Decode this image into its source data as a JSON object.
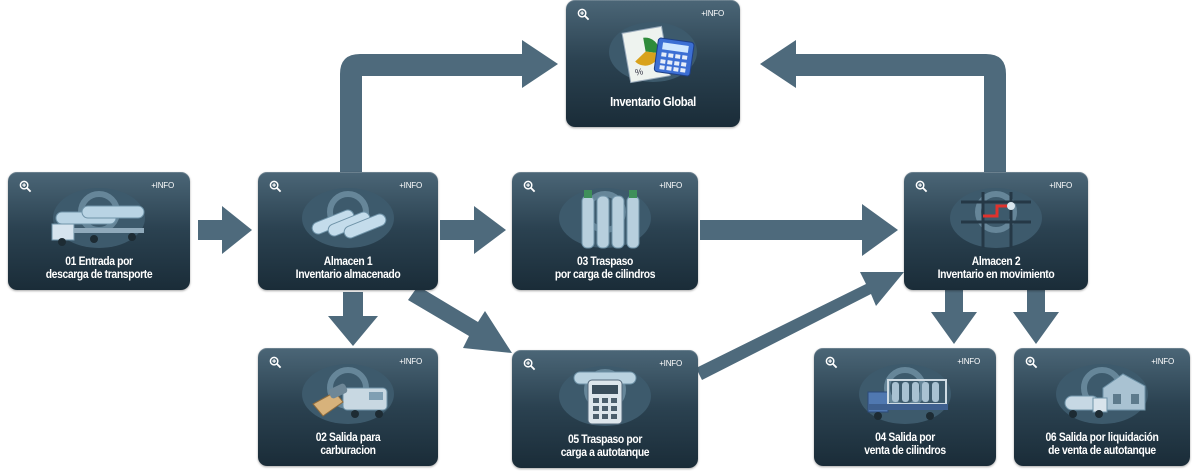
{
  "colors": {
    "card_top": "#4b6677",
    "card_bottom": "#1a2c38",
    "arrow": "#4e6a7c",
    "text": "#ffffff"
  },
  "nodes": [
    {
      "id": "inventario-global",
      "icon": "calculator-chart-icon",
      "zoom_icon": "zoom-in-icon",
      "info": "+INFO",
      "lines": [
        "Inventario Global"
      ]
    },
    {
      "id": "entrada-descarga",
      "icon": "tanker-truck-icon",
      "zoom_icon": "zoom-in-icon",
      "info": "+INFO",
      "lines": [
        "01 Entrada por",
        "descarga de transporte"
      ]
    },
    {
      "id": "almacen-1",
      "icon": "storage-tanks-icon",
      "zoom_icon": "zoom-in-icon",
      "info": "+INFO",
      "lines": [
        "Almacen 1",
        "Inventario almacenado"
      ]
    },
    {
      "id": "traspaso-cilindros",
      "icon": "gas-cylinders-icon",
      "zoom_icon": "zoom-in-icon",
      "info": "+INFO",
      "lines": [
        "03 Traspaso",
        "por carga de cilindros"
      ]
    },
    {
      "id": "almacen-2",
      "icon": "pipeline-map-icon",
      "zoom_icon": "zoom-in-icon",
      "info": "+INFO",
      "lines": [
        "Almacen  2",
        "Inventario en movimiento"
      ]
    },
    {
      "id": "salida-carburacion",
      "icon": "fuel-nozzle-truck-icon",
      "zoom_icon": "zoom-in-icon",
      "info": "+INFO",
      "lines": [
        "02 Salida para",
        "carburacion"
      ]
    },
    {
      "id": "traspaso-autotanque",
      "icon": "meter-device-icon",
      "zoom_icon": "zoom-in-icon",
      "info": "+INFO",
      "lines": [
        "05 Traspaso por",
        "carga a autotanque"
      ]
    },
    {
      "id": "salida-venta-cilindros",
      "icon": "cylinder-truck-icon",
      "zoom_icon": "zoom-in-icon",
      "info": "+INFO",
      "lines": [
        "04 Salida por",
        "venta de cilindros"
      ]
    },
    {
      "id": "salida-liquidacion",
      "icon": "autotanque-house-icon",
      "zoom_icon": "zoom-in-icon",
      "info": "+INFO",
      "lines": [
        "06 Salida por liquidación",
        "de venta de autotanque"
      ]
    }
  ]
}
